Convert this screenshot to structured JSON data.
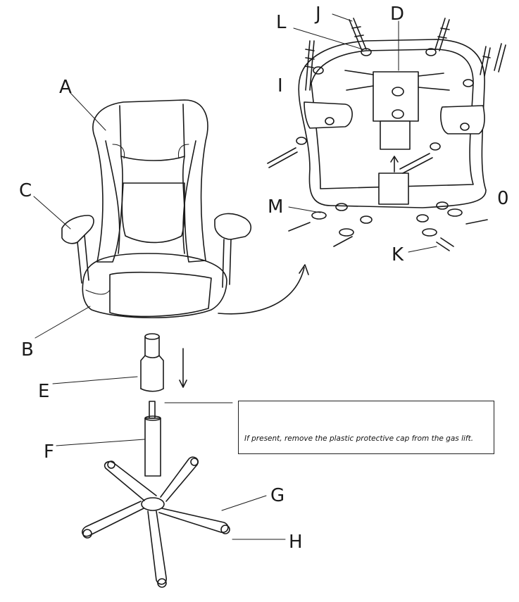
{
  "labels": {
    "A": "A",
    "B": "B",
    "C": "C",
    "D": "D",
    "E": "E",
    "F": "F",
    "G": "G",
    "H": "H",
    "I": "I",
    "J": "J",
    "K": "K",
    "L": "L",
    "M": "M",
    "O": "0"
  },
  "note": {
    "text": "If present, remove the plastic  protective cap from the gas lift."
  },
  "icons": [
    "chair-seat-icon",
    "seat-underside-icon",
    "gas-lift-icon",
    "cap-icon",
    "star-base-icon",
    "screw-icon",
    "washer-icon",
    "arrow-down-icon",
    "curved-arrow-icon"
  ]
}
